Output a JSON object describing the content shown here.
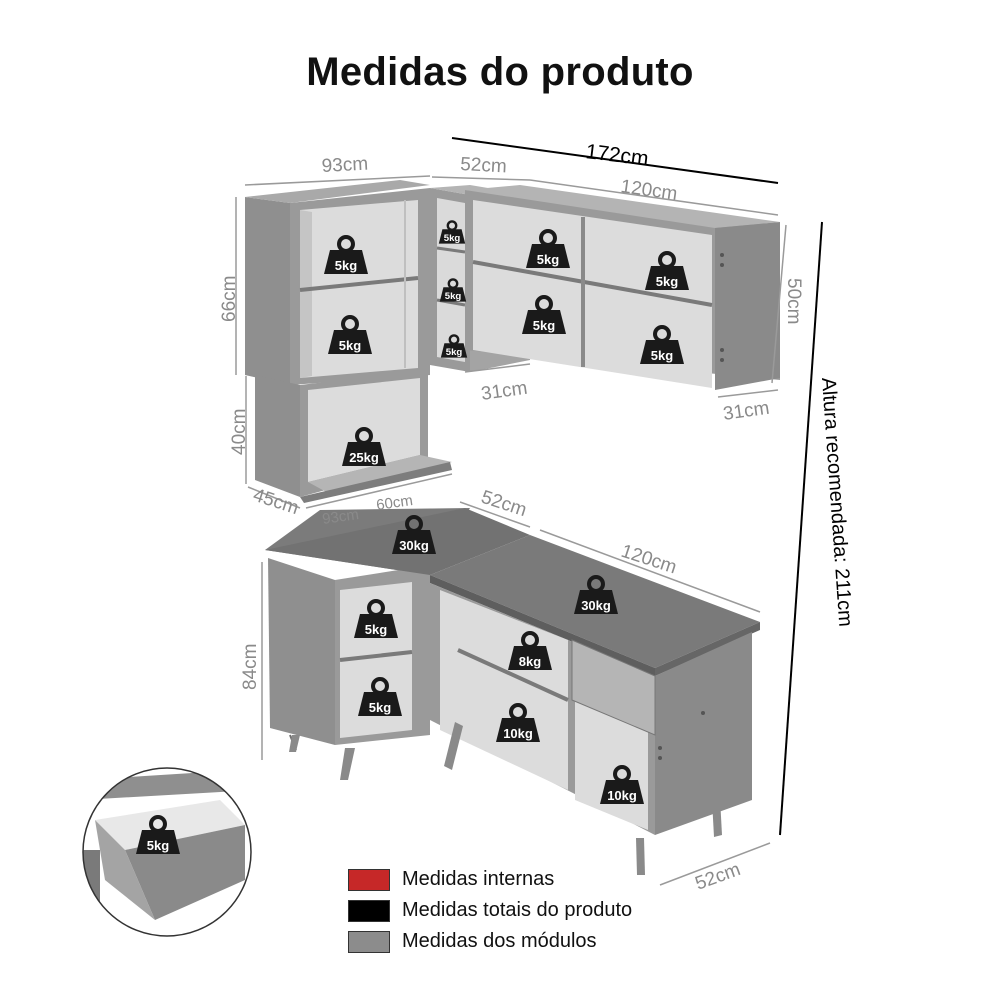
{
  "title": "Medidas do produto",
  "colors": {
    "internal": "#c62828",
    "total": "#000000",
    "modules": "#8c8c8c",
    "furniture": "#8f8f8f",
    "furniture_dark": "#6f6f6f",
    "interior": "#d9d9d9",
    "weight_icon": "#1a1a1a",
    "weight_text": "#ffffff"
  },
  "dimensions": {
    "top_total_width": "172cm",
    "upper_left_width": "93cm",
    "upper_corner_width": "52cm",
    "upper_right_width": "120cm",
    "upper_left_height": "66cm",
    "upper_right_height": "50cm",
    "upper_corner_depth": "31cm",
    "upper_right_depth": "31cm",
    "microwave_height": "40cm",
    "microwave_depth": "45cm",
    "microwave_width_a": "93cm",
    "microwave_width_b": "60cm",
    "lower_corner_width": "52cm",
    "lower_right_width": "120cm",
    "lower_height": "84cm",
    "lower_depth": "52cm",
    "recommended_height": "Altura recomendada: 211cm"
  },
  "weights": [
    {
      "id": "upper-left-top",
      "label": "5kg"
    },
    {
      "id": "upper-left-bottom",
      "label": "5kg"
    },
    {
      "id": "corner-top",
      "label": "5kg"
    },
    {
      "id": "corner-middle",
      "label": "5kg"
    },
    {
      "id": "corner-bottom",
      "label": "5kg"
    },
    {
      "id": "upper-right-tl",
      "label": "5kg"
    },
    {
      "id": "upper-right-tr",
      "label": "5kg"
    },
    {
      "id": "upper-right-bl",
      "label": "5kg"
    },
    {
      "id": "upper-right-br",
      "label": "5kg"
    },
    {
      "id": "microwave",
      "label": "25kg"
    },
    {
      "id": "countertop-left",
      "label": "30kg"
    },
    {
      "id": "countertop-right",
      "label": "30kg"
    },
    {
      "id": "lower-left-top",
      "label": "5kg"
    },
    {
      "id": "lower-left-bottom",
      "label": "5kg"
    },
    {
      "id": "lower-shelf",
      "label": "8kg"
    },
    {
      "id": "lower-middle",
      "label": "10kg"
    },
    {
      "id": "lower-right",
      "label": "10kg"
    },
    {
      "id": "drawer-detail",
      "label": "5kg"
    }
  ],
  "legend": [
    {
      "label": "Medidas internas",
      "color": "#c62828"
    },
    {
      "label": "Medidas totais do produto",
      "color": "#000000"
    },
    {
      "label": "Medidas dos módulos",
      "color": "#8c8c8c"
    }
  ]
}
